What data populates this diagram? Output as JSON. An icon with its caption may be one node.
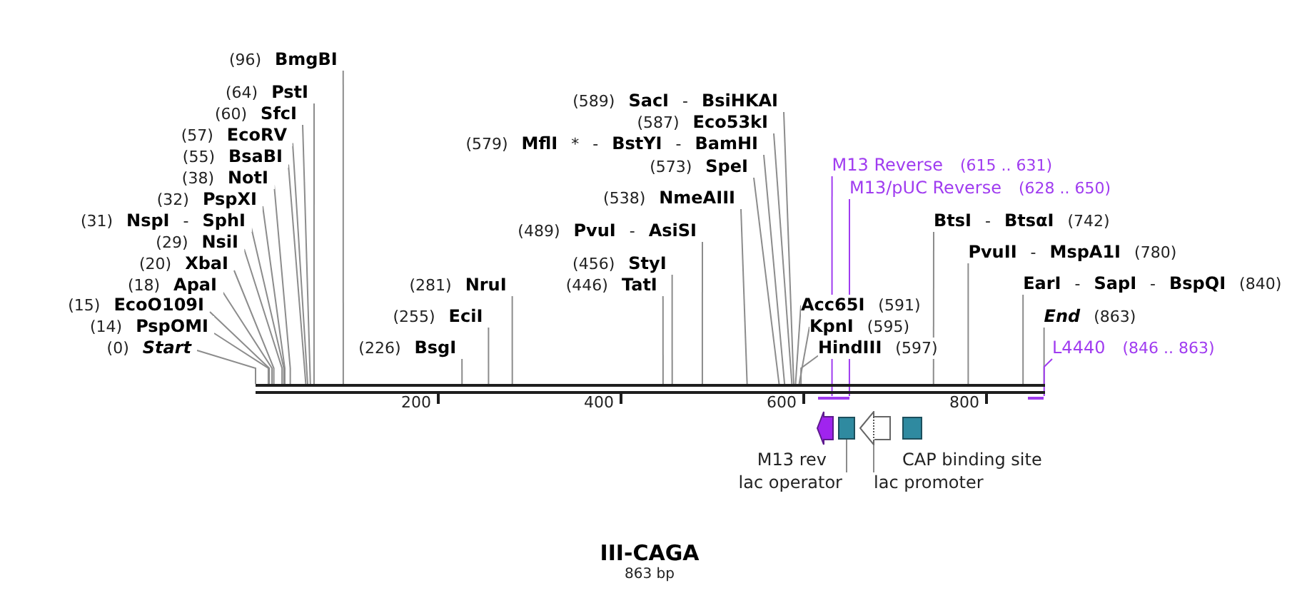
{
  "diagram": {
    "title": "III-CAGA",
    "caption": "863 bp",
    "nodes": [
      {
        "text": [
          "(96) **BmgBI**"
        ]
      },
      {
        "text": [
          "(64) **PstI**"
        ]
      },
      {
        "text": [
          "(60) **SfcI**"
        ]
      },
      {
        "text": [
          "(57) **EcoRV**"
        ]
      },
      {
        "text": [
          "(55) **BsaBI**"
        ]
      },
      {
        "text": [
          "(38) **NotI**"
        ]
      },
      {
        "text": [
          "(32) **PspXI**"
        ]
      },
      {
        "text": [
          "(31) **NspI** - **SphI**"
        ]
      },
      {
        "text": [
          "(29) **NsiI**"
        ]
      },
      {
        "text": [
          "(20) **XbaI**"
        ]
      },
      {
        "text": [
          "(18) **ApaI**"
        ]
      },
      {
        "text": [
          "(15) **EcoO109I**"
        ]
      },
      {
        "text": [
          "(14) **PspOMI**"
        ]
      },
      {
        "text": [
          "(0) *Start*"
        ]
      },
      {
        "text": [
          "(589) **SacI** - **BsiHKAI**"
        ]
      },
      {
        "text": [
          "(587) **Eco53kI**"
        ]
      },
      {
        "text": [
          "(579) **MflI** * - **BstYI** - **BamHI**"
        ]
      },
      {
        "text": [
          "(573) **SpeI**"
        ]
      },
      {
        "text": [
          "(538) **NmeAIII**"
        ]
      },
      {
        "text": [
          "(489) **PvuI** - **AsiSI**"
        ]
      },
      {
        "text": [
          "(456) **StyI**"
        ]
      },
      {
        "text": [
          "(446) **TatI**"
        ]
      },
      {
        "text": [
          "(281) **NruI**"
        ]
      },
      {
        "text": [
          "(255) **EciI**"
        ]
      },
      {
        "text": [
          "(226) **BsgI**"
        ]
      },
      {
        "text": [
          "M13 Reverse",
          "(615 .. 631)"
        ]
      },
      {
        "text": [
          "M13/pUC Reverse",
          "(628 .. 650)"
        ]
      },
      {
        "text": [
          "**BtsI** - **BtsαI** (742)"
        ]
      },
      {
        "text": [
          "**PvuII** - **MspA1I** (780)"
        ]
      },
      {
        "text": [
          "**EarI** - **SapI** - **BspQI** (840)"
        ]
      },
      {
        "text": [
          "**Acc65I** (591)"
        ]
      },
      {
        "text": [
          "**KpnI** (595)"
        ]
      },
      {
        "text": [
          "*End* (863)"
        ]
      },
      {
        "text": [
          "**HindIII** (597)"
        ]
      },
      {
        "text": [
          "L4440",
          "(846 .. 863)"
        ]
      },
      {
        "text": [],
        "shape": "bar",
        "beside": [
          "200",
          "400",
          "600",
          "800"
        ]
      },
      {
        "text": [],
        "shape": "bar"
      },
      {
        "text": [],
        "shape": "bar"
      },
      {
        "text": [],
        "shape": "bar"
      },
      {
        "text": [],
        "shape": "arrow",
        "beside": [
          "M13 rev"
        ]
      },
      {
        "text": [],
        "shape": "box"
      },
      {
        "text": [],
        "shape": "arrow"
      },
      {
        "text": [],
        "shape": "box",
        "beside": [
          "CAP binding site"
        ]
      },
      {
        "text": [
          "lac operator"
        ]
      },
      {
        "text": [
          "lac promoter"
        ]
      }
    ],
    "edges": [
      {
        "from": 0,
        "to": 35,
        "arrow": "none"
      },
      {
        "from": 1,
        "to": 35,
        "arrow": "none"
      },
      {
        "from": 2,
        "to": 35,
        "arrow": "none"
      },
      {
        "from": 3,
        "to": 35,
        "arrow": "none"
      },
      {
        "from": 4,
        "to": 35,
        "arrow": "none"
      },
      {
        "from": 5,
        "to": 35,
        "arrow": "none"
      },
      {
        "from": 6,
        "to": 35,
        "arrow": "none"
      },
      {
        "from": 7,
        "to": 35,
        "arrow": "none"
      },
      {
        "from": 8,
        "to": 35,
        "arrow": "none"
      },
      {
        "from": 9,
        "to": 35,
        "arrow": "none"
      },
      {
        "from": 10,
        "to": 35,
        "arrow": "none"
      },
      {
        "from": 11,
        "to": 35,
        "arrow": "none"
      },
      {
        "from": 12,
        "to": 35,
        "arrow": "none"
      },
      {
        "from": 13,
        "to": 35,
        "arrow": "none"
      },
      {
        "from": 14,
        "to": 35,
        "arrow": "none"
      },
      {
        "from": 15,
        "to": 35,
        "arrow": "none"
      },
      {
        "from": 16,
        "to": 35,
        "arrow": "none"
      },
      {
        "from": 17,
        "to": 35,
        "arrow": "none"
      },
      {
        "from": 18,
        "to": 35,
        "arrow": "none"
      },
      {
        "from": 19,
        "to": 35,
        "arrow": "none"
      },
      {
        "from": 20,
        "to": 35,
        "arrow": "none"
      },
      {
        "from": 21,
        "to": 35,
        "arrow": "none"
      },
      {
        "from": 22,
        "to": 35,
        "arrow": "none"
      },
      {
        "from": 23,
        "to": 35,
        "arrow": "none"
      },
      {
        "from": 24,
        "to": 35,
        "arrow": "none"
      },
      {
        "from": 25,
        "to": 36,
        "arrow": "none",
        "color": "#a03cf0"
      },
      {
        "from": 26,
        "to": 37,
        "arrow": "none",
        "color": "#a03cf0"
      },
      {
        "from": 27,
        "to": 35,
        "arrow": "none"
      },
      {
        "from": 28,
        "to": 35,
        "arrow": "none"
      },
      {
        "from": 29,
        "to": 35,
        "arrow": "none"
      },
      {
        "from": 30,
        "to": 35,
        "arrow": "none"
      },
      {
        "from": 31,
        "to": 35,
        "arrow": "none"
      },
      {
        "from": 32,
        "to": 35,
        "arrow": "none"
      },
      {
        "from": 33,
        "to": 35,
        "arrow": "none"
      },
      {
        "from": 34,
        "to": 38,
        "arrow": "none",
        "color": "#a03cf0"
      },
      {
        "from": 43,
        "to": 40,
        "arrow": "none"
      },
      {
        "from": 44,
        "to": 41,
        "arrow": "none"
      }
    ]
  }
}
